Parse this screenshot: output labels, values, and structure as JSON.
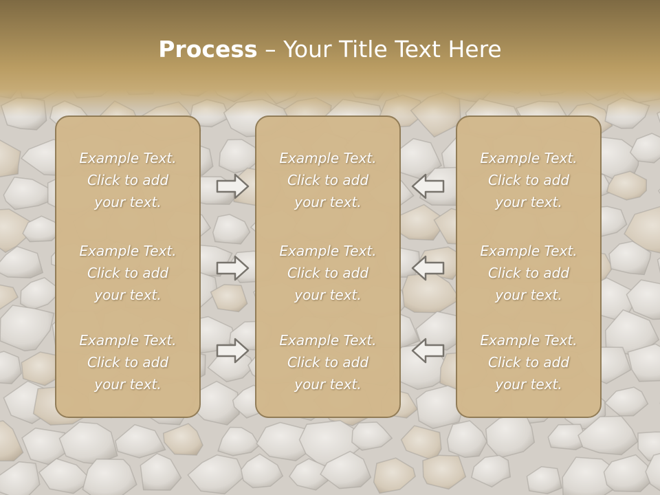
{
  "slide": {
    "title_bold": "Process",
    "title_rest": " – Your Title Text Here"
  },
  "columns": [
    {
      "items": [
        {
          "line1": "Example Text.",
          "line2": "Click  to add",
          "line3": "your text."
        },
        {
          "line1": "Example Text.",
          "line2": "Click  to add",
          "line3": "your text."
        },
        {
          "line1": "Example Text.",
          "line2": "Click  to add",
          "line3": "your text."
        }
      ]
    },
    {
      "items": [
        {
          "line1": "Example Text.",
          "line2": "Click  to add",
          "line3": "your text."
        },
        {
          "line1": "Example Text.",
          "line2": "Click  to add",
          "line3": "your text."
        },
        {
          "line1": "Example Text.",
          "line2": "Click  to add",
          "line3": "your text."
        }
      ]
    },
    {
      "items": [
        {
          "line1": "Example Text.",
          "line2": "Click  to add",
          "line3": "your text."
        },
        {
          "line1": "Example Text.",
          "line2": "Click  to add",
          "line3": "your text."
        },
        {
          "line1": "Example Text.",
          "line2": "Click  to add",
          "line3": "your text."
        }
      ]
    }
  ],
  "arrows": {
    "left_group": "arrow-right-icon",
    "right_group": "arrow-left-icon"
  },
  "colors": {
    "header_top": "#7e6a43",
    "header_bottom": "#c0a36a",
    "box_fill": "#d2b88c",
    "box_border": "#8f7a54",
    "text": "#ffffff"
  }
}
